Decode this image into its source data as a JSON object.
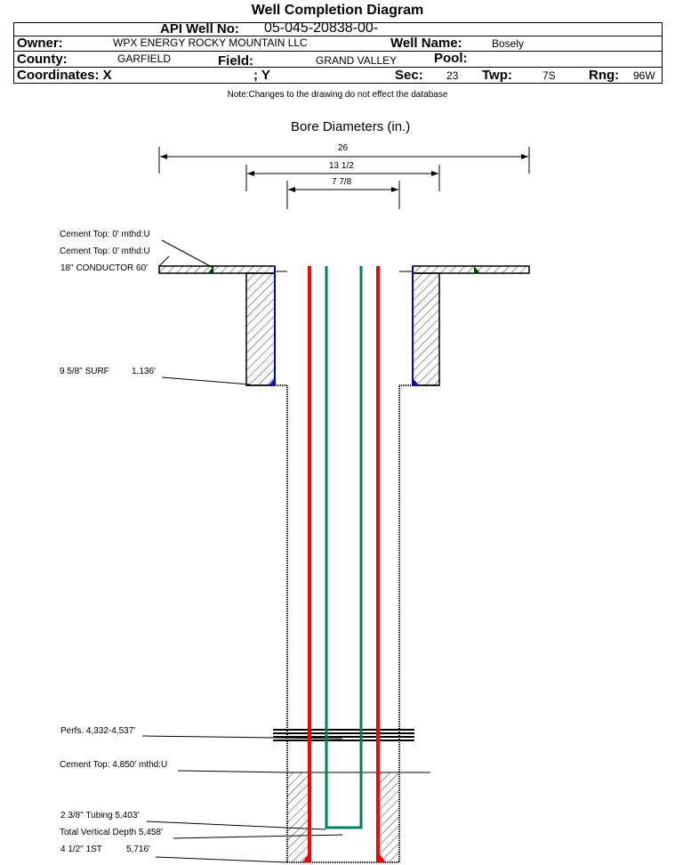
{
  "title": "Well Completion Diagram",
  "header": {
    "api_label": "API Well No:",
    "api": "05-045-20838-00-",
    "owner_label": "Owner:",
    "owner": "WPX ENERGY ROCKY MOUNTAIN LLC",
    "well_name_label": "Well Name:",
    "well_name": "Bosely",
    "county_label": "County:",
    "county": "GARFIELD",
    "field_label": "Field:",
    "field": "GRAND VALLEY",
    "pool_label": "Pool:",
    "coord_x_label": "Coordinates: X",
    "coord_y_label": "; Y",
    "sec_label": "Sec:",
    "sec": "23",
    "twp_label": "Twp:",
    "twp": "7S",
    "rng_label": "Rng:",
    "rng": "96W"
  },
  "note": "Note:Changes to the drawing do not effect the database",
  "diagram": {
    "bore_title": "Bore Diameters (in.)",
    "bores": [
      "26",
      "13 1/2",
      "7 7/8"
    ],
    "labels": {
      "cement_top_1": "Cement Top: 0' mthd:U",
      "cement_top_2": "Cement Top: 0' mthd:U",
      "conductor": "18\" CONDUCTOR  60'",
      "surf": "9 5/8\" SURF",
      "surf_depth": "1,136'",
      "perfs": "Perfs. 4,332-4,537'",
      "cement_top_3": "Cement Top: 4,850' mthd:U",
      "tubing": "2 3/8\" Tubing 5,403'",
      "tvd": "Total Vertical Depth 5,458'",
      "prod": "4 1/2\" 1ST",
      "prod_depth": "5,716'"
    },
    "colors": {
      "production": "#ff0000",
      "tubing": "#008060",
      "surface": "#0000cc",
      "cement": "#000000"
    }
  }
}
